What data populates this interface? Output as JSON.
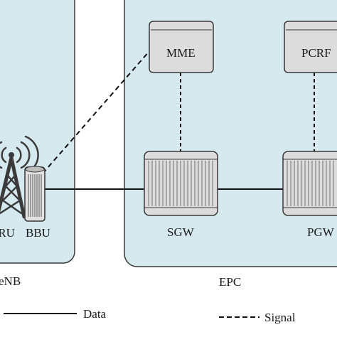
{
  "colors": {
    "region_fill": "#d5e9ef",
    "region_stroke": "#3a3a3a",
    "box_fill": "#dcdcdc",
    "box_stroke": "#3a3a3a",
    "line": "#111111"
  },
  "regions": {
    "enb": {
      "label": "eNB"
    },
    "epc": {
      "label": "EPC"
    }
  },
  "nodes": {
    "rru": {
      "label": "RRU",
      "icon": "antenna-tower-icon"
    },
    "bbu": {
      "label": "BBU",
      "icon": "bbu-rack-icon"
    },
    "mme": {
      "label": "MME"
    },
    "pcrf": {
      "label": "PCRF"
    },
    "sgw": {
      "label": "SGW"
    },
    "pgw": {
      "label": "PGW"
    }
  },
  "links": [
    {
      "from": "bbu",
      "to": "mme",
      "type": "signal"
    },
    {
      "from": "bbu",
      "to": "sgw",
      "type": "data"
    },
    {
      "from": "mme",
      "to": "sgw",
      "type": "signal"
    },
    {
      "from": "pcrf",
      "to": "pgw",
      "type": "signal"
    },
    {
      "from": "sgw",
      "to": "pgw",
      "type": "data"
    }
  ],
  "legend": {
    "data_label": "Data",
    "signal_label": "Signal"
  }
}
